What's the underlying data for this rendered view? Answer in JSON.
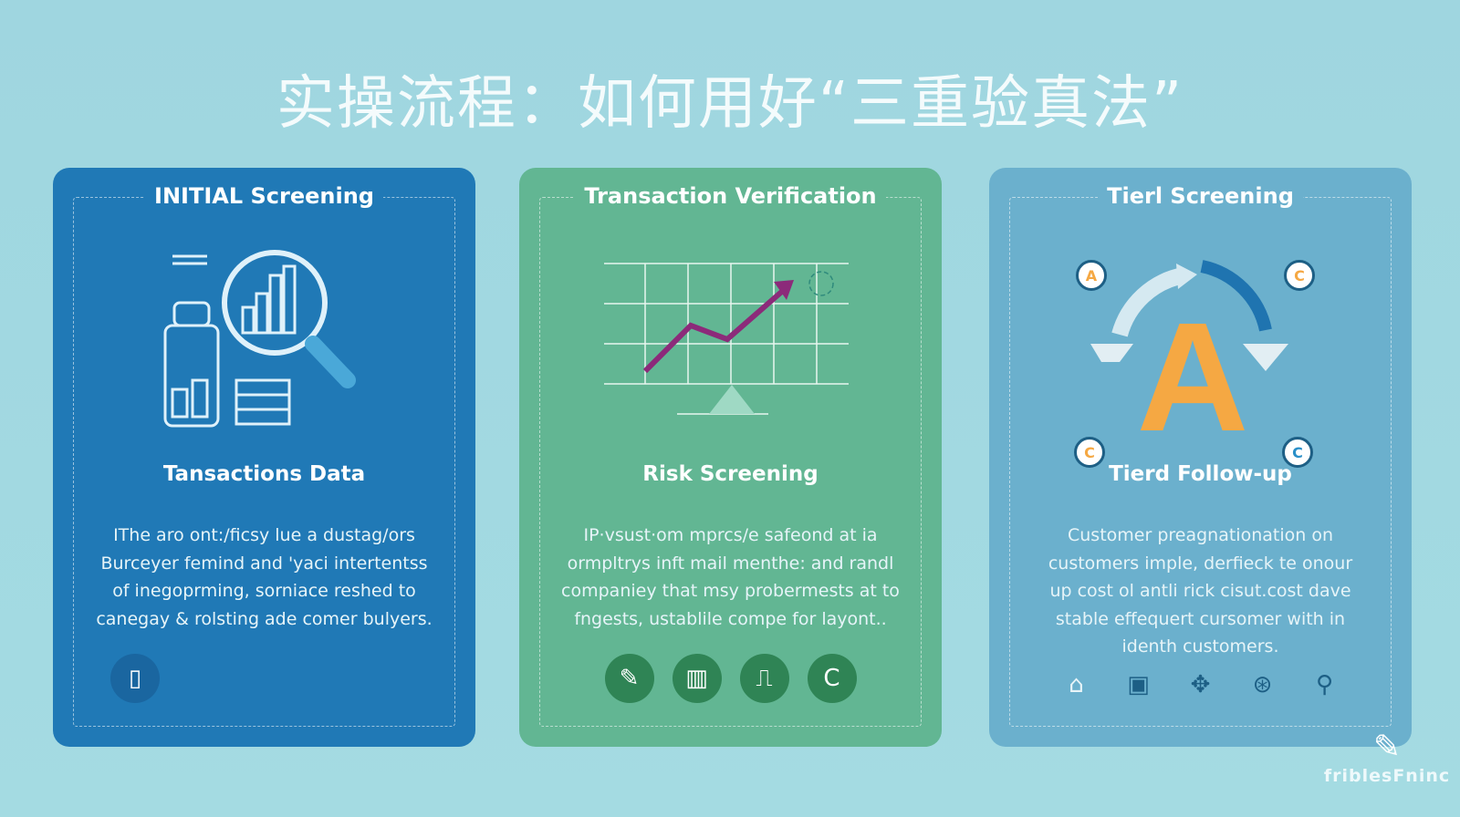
{
  "title": "实操流程：如何用好“三重验真法”",
  "cards": [
    {
      "header": "INITIAL Screening",
      "subtitle": "Tansactions Data",
      "body": [
        "IThe aro ont:/ficsy lue a dustag/ors",
        "Burceyer femind and 'yaci intertentss",
        "of inegoprming, sorniace reshed to",
        "canegay & rolsting ade comer bulyers."
      ],
      "icons": [
        "phone-icon"
      ]
    },
    {
      "header": "Transaction Verification",
      "subtitle": "Risk Screening",
      "body": [
        "IP·vsust·om mprcs/e safeond at ia",
        "ormpltrys inft mail menthe: and randl",
        "companiey that msy probermests at to",
        "fngests, ustablile compe for layont.."
      ],
      "icons": [
        "pen-icon",
        "chart-icon",
        "device-icon",
        "refresh-icon"
      ]
    },
    {
      "header": "Tierl Screening",
      "subtitle": "Tierd Follow-up",
      "body": [
        "Customer preagnationation on",
        "customers imple, derfieck te onour",
        "up cost ol antli rick cisut.cost dave",
        "stable effequert cursomer with in",
        "identh customers."
      ],
      "icons": [
        "chart-icon",
        "document-icon",
        "puzzle-icon",
        "steering-icon",
        "pin-icon"
      ],
      "badges": [
        "A",
        "C",
        "C",
        "C"
      ],
      "big_letter": "A"
    }
  ],
  "logo": {
    "text": "friblesFninc"
  },
  "colors": {
    "card1": "#2079b6",
    "card2": "#62b693",
    "card3": "#6bb0cd",
    "accent": "#f5a843",
    "arrow": "#8c2a7a"
  }
}
